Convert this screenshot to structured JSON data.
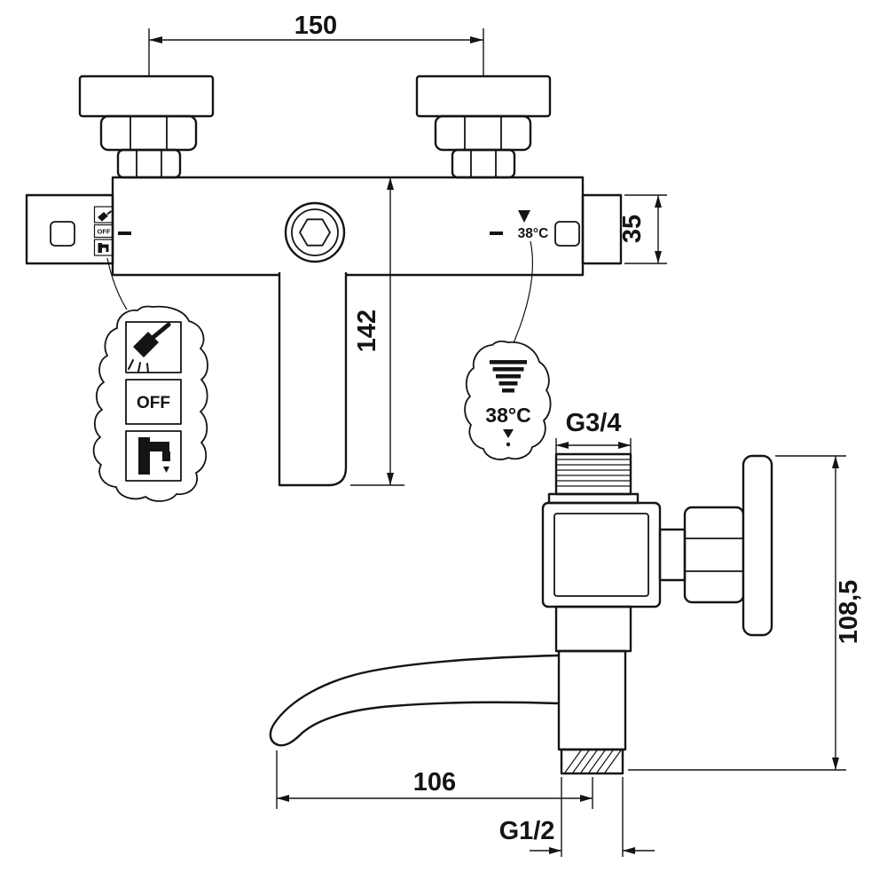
{
  "front_view": {
    "dim_mount_spacing": "150",
    "dim_end_cap_height": "35",
    "dim_spout_drop": "142",
    "temp_marking": "38°C",
    "mode_off_small": "OFF",
    "callout": {
      "off_label": "OFF",
      "temp_label": "38°C"
    }
  },
  "side_view": {
    "top_thread_label": "G3/4",
    "dim_overall_height": "108,5",
    "dim_spout_reach": "106",
    "bottom_thread_label": "G1/2"
  }
}
